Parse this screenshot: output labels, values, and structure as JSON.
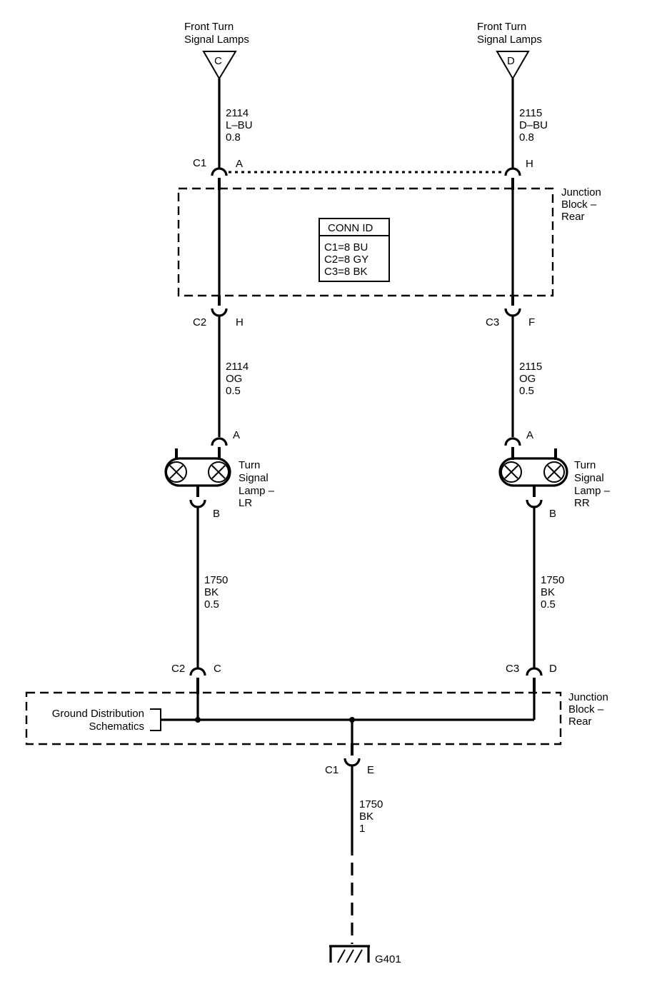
{
  "top_connectors": [
    {
      "label_line1": "Front Turn",
      "label_line2": "Signal Lamps",
      "letter": "C"
    },
    {
      "label_line1": "Front Turn",
      "label_line2": "Signal Lamps",
      "letter": "D"
    }
  ],
  "wires": {
    "w1": [
      "2114",
      "L–BU",
      "0.8"
    ],
    "w2": [
      "2115",
      "D–BU",
      "0.8"
    ],
    "w3": [
      "2114",
      "OG",
      "0.5"
    ],
    "w4": [
      "2115",
      "OG",
      "0.5"
    ],
    "w5": [
      "1750",
      "BK",
      "0.5"
    ],
    "w6": [
      "1750",
      "BK",
      "0.5"
    ],
    "w7": [
      "1750",
      "BK",
      "1"
    ]
  },
  "connectors": {
    "c1_top": {
      "name": "C1",
      "pin": "A"
    },
    "c1_top_right": {
      "pin": "H"
    },
    "c2_left": {
      "name": "C2",
      "pin": "H"
    },
    "c3_right": {
      "name": "C3",
      "pin": "F"
    },
    "lamp_lr_top": {
      "pin": "A"
    },
    "lamp_lr_bottom": {
      "pin": "B"
    },
    "lamp_rr_top": {
      "pin": "A"
    },
    "lamp_rr_bottom": {
      "pin": "B"
    },
    "c2_bottom": {
      "name": "C2",
      "pin": "C"
    },
    "c3_bottom": {
      "name": "C3",
      "pin": "D"
    },
    "c1_bottom": {
      "name": "C1",
      "pin": "E"
    }
  },
  "junction_block_top": [
    "Junction",
    "Block –",
    "Rear"
  ],
  "junction_block_bottom": [
    "Junction",
    "Block –",
    "Rear"
  ],
  "conn_id": {
    "title": "CONN ID",
    "lines": [
      "C1=8 BU",
      "C2=8 GY",
      "C3=8 BK"
    ]
  },
  "lamp_lr": [
    "Turn",
    "Signal",
    "Lamp –",
    "LR"
  ],
  "lamp_rr": [
    "Turn",
    "Signal",
    "Lamp –",
    "RR"
  ],
  "ground_reference": [
    "Ground Distribution",
    "Schematics"
  ],
  "ground": "G401"
}
